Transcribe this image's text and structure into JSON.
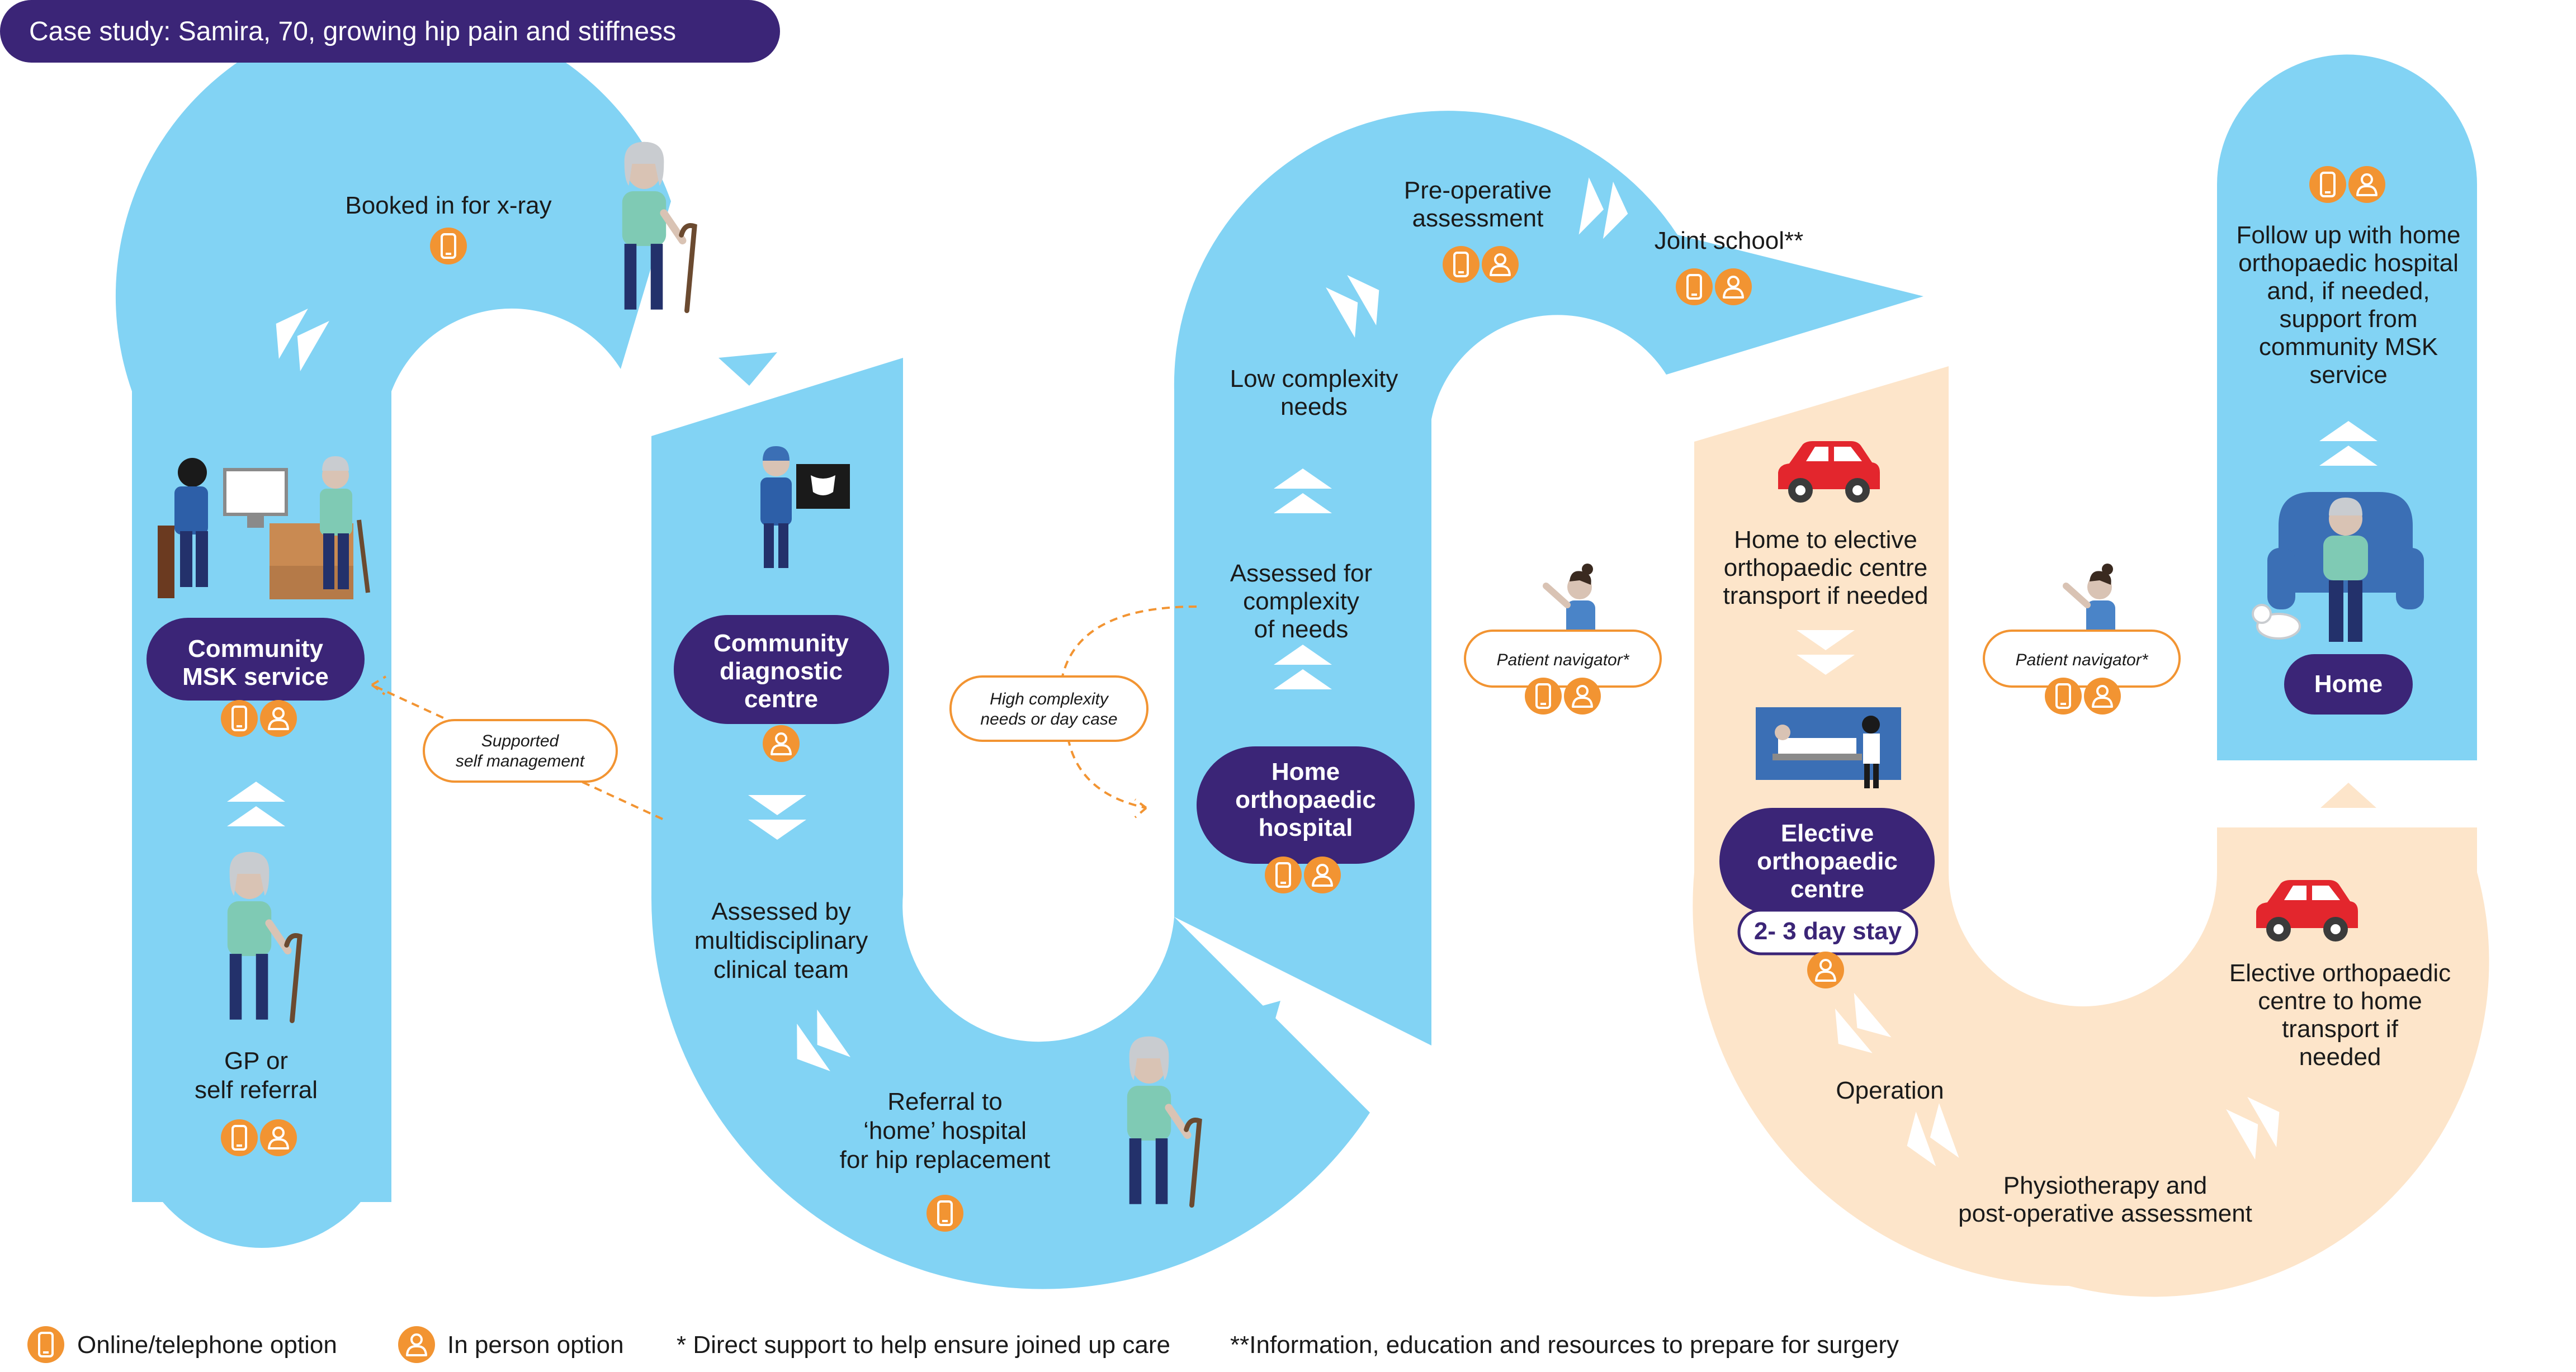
{
  "title": "Case study: Samira, 70, growing hip pain and stiffness",
  "colors": {
    "blue_path": "#82d3f4",
    "peach_path": "#fde5ca",
    "purple": "#3b2577",
    "orange": "#f29432",
    "dark_text": "#1a1a1a"
  },
  "steps": {
    "gp_referral": [
      "GP or",
      "self referral"
    ],
    "community_msk": [
      "Community",
      "MSK service"
    ],
    "xray": [
      "Booked in for x-ray"
    ],
    "community_diagnostic": [
      "Community",
      "diagnostic",
      "centre"
    ],
    "assessed_mdt": [
      "Assessed by",
      "multidisciplinary",
      "clinical team"
    ],
    "referral_home_hospital": [
      "Referral to",
      "‘home’ hospital",
      "for hip replacement"
    ],
    "home_ortho_hospital": [
      "Home",
      "orthopaedic",
      "hospital"
    ],
    "assessed_complexity": [
      "Assessed for",
      "complexity",
      "of needs"
    ],
    "low_complexity": [
      "Low complexity",
      "needs"
    ],
    "pre_op": [
      "Pre-operative",
      "assessment"
    ],
    "joint_school": [
      "Joint school**"
    ],
    "transport_to_centre": [
      "Home to elective",
      "orthopaedic centre",
      "transport if needed"
    ],
    "elective_centre": [
      "Elective",
      "orthopaedic",
      "centre"
    ],
    "stay": "2- 3 day stay",
    "operation": [
      "Operation"
    ],
    "physio": [
      "Physiotherapy and",
      "post-operative assessment"
    ],
    "transport_home": [
      "Elective orthopaedic",
      "centre to home",
      "transport if",
      "needed"
    ],
    "home": "Home",
    "follow_up": [
      "Follow up with home",
      "orthopaedic hospital",
      "and, if needed,",
      "support from",
      "community MSK",
      "service"
    ]
  },
  "callouts": {
    "supported_self_management": [
      "Supported",
      "self management"
    ],
    "high_complexity": [
      "High complexity",
      "needs or day case"
    ],
    "patient_navigator_1": "Patient navigator*",
    "patient_navigator_2": "Patient navigator*"
  },
  "legend": {
    "online": "Online/telephone option",
    "in_person": "In person option",
    "direct_support": "* Direct support to help ensure joined up care",
    "information": "**Information, education and resources to prepare for surgery"
  },
  "icons": [
    "phone-icon",
    "person-icon",
    "car-icon",
    "arrow-chevron-icon",
    "doctor-icon",
    "patient-icon",
    "navigator-icon",
    "xray-icon",
    "hospital-bed-icon",
    "armchair-icon"
  ]
}
